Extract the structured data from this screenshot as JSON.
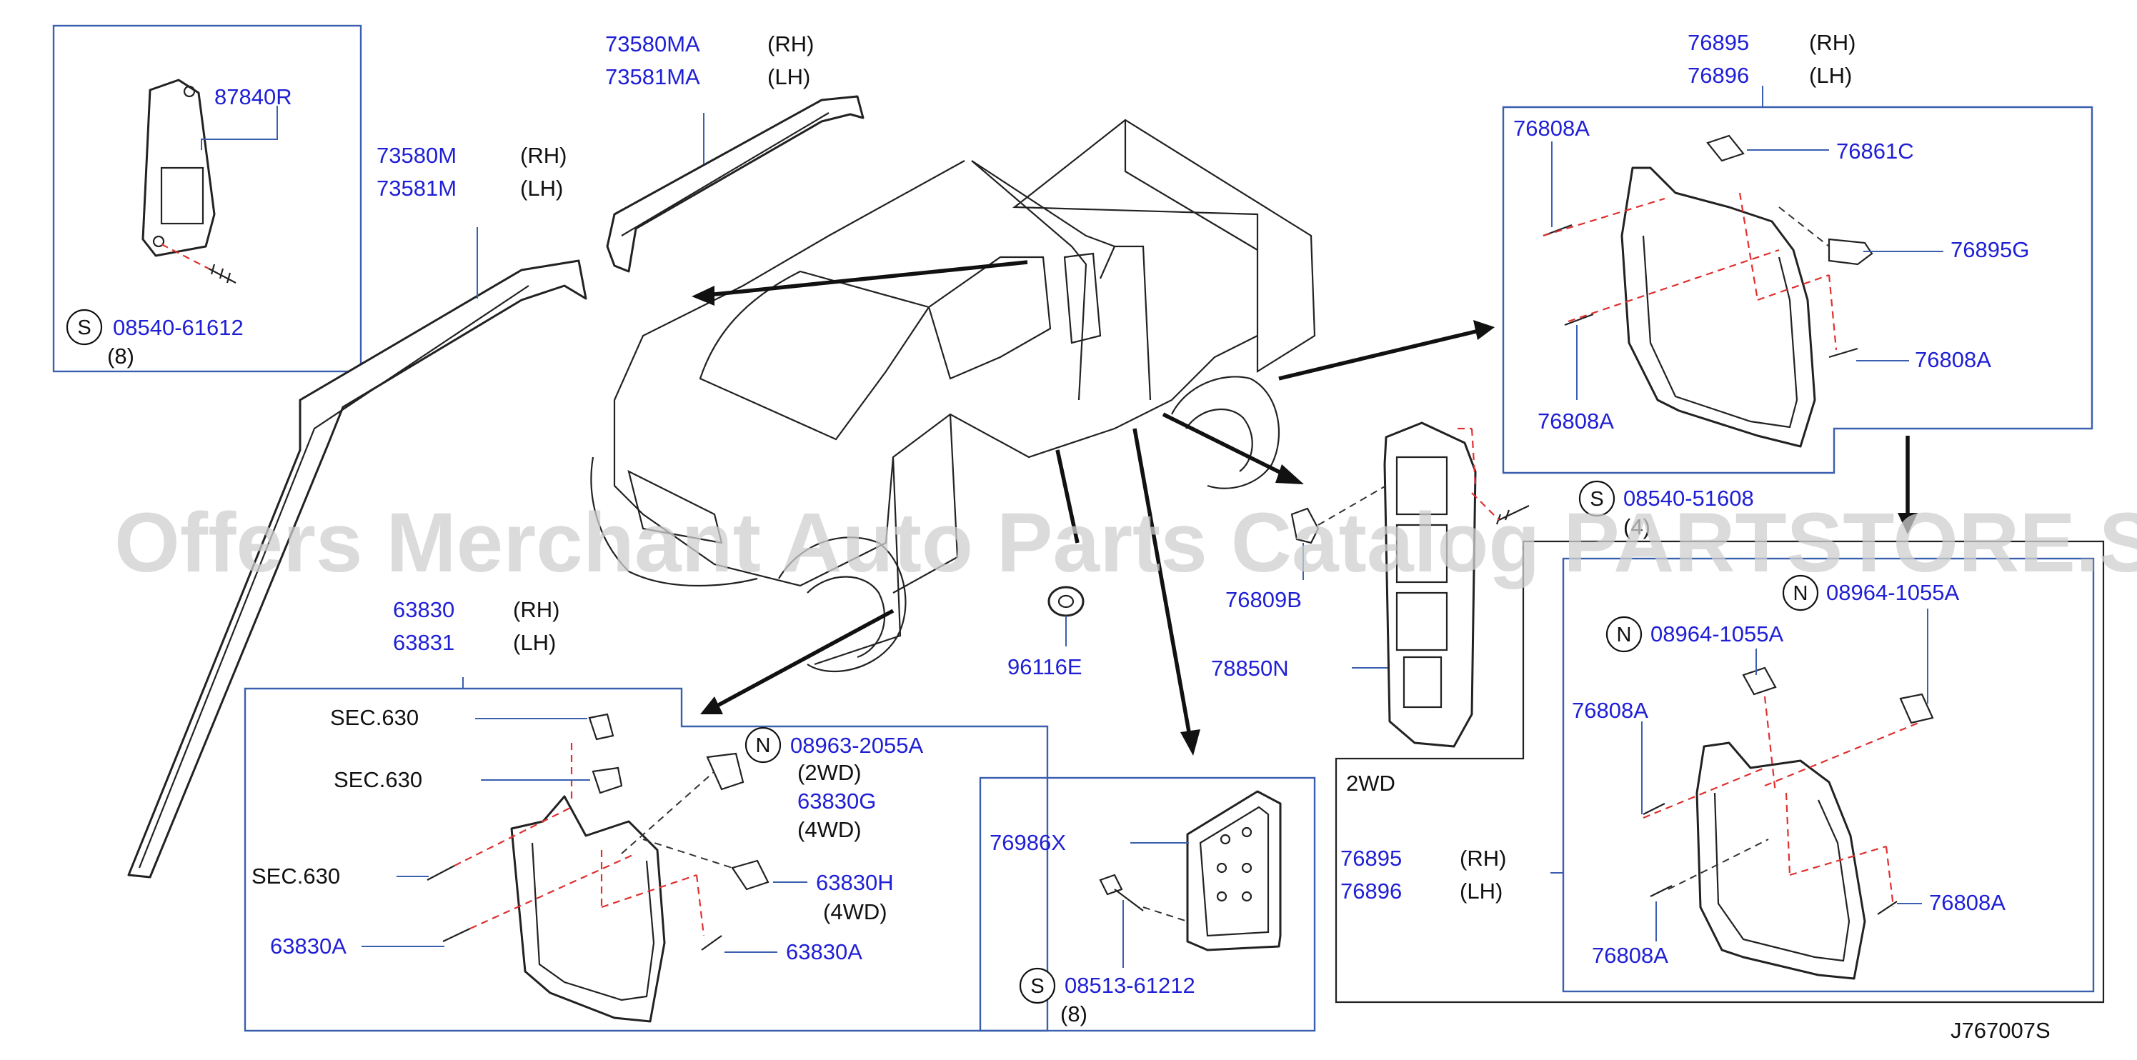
{
  "watermark": "Offers Merchant Auto Parts Catalog PARTSTORE.SA",
  "diagram_code": "J767007S",
  "labels": {
    "p87840R": "87840R",
    "p0854061612": "08540-61612",
    "q8a": "(8)",
    "p73580M": "73580M",
    "p73581M": "73581M",
    "p73580MA": "73580MA",
    "p73581MA": "73581MA",
    "p76895_top": "76895",
    "p76896_top": "76896",
    "p76808A_1": "76808A",
    "p76861C": "76861C",
    "p76895G": "76895G",
    "p76808A_2": "76808A",
    "p76808A_3": "76808A",
    "p0854051608": "08540-51608",
    "q4": "(4)",
    "p76809B": "76809B",
    "p78850N": "78850N",
    "p96116E": "96116E",
    "p63830": "63830",
    "p63831": "63831",
    "sec1": "SEC.630",
    "sec2": "SEC.630",
    "sec3": "SEC.630",
    "p0896320 55A": "08963-2055A",
    "wd2": "(2WD)",
    "p63830G": "63830G",
    "wd4a": "(4WD)",
    "p63830H": "63830H",
    "wd4b": "(4WD)",
    "p63830A_1": "63830A",
    "p63830A_2": "63830A",
    "p76986X": "76986X",
    "p0851361212": "08513-61212",
    "q8b": "(8)",
    "p0896410 55A_1": "08964-1055A",
    "p0896410 55A_2": "08964-1055A",
    "twowd": "2WD",
    "p76808A_4": "76808A",
    "p76808A_5": "76808A",
    "p76808A_6": "76808A",
    "p76895_bot": "76895",
    "p76896_bot": "76896",
    "rh": "(RH)",
    "lh": "(LH)",
    "sym_s": "S",
    "sym_n": "N"
  },
  "colors": {
    "part_number": "#1f1fd6",
    "frame": "#3a5fae",
    "dashed_red": "#e03030",
    "watermark": "#cfcfcf"
  }
}
